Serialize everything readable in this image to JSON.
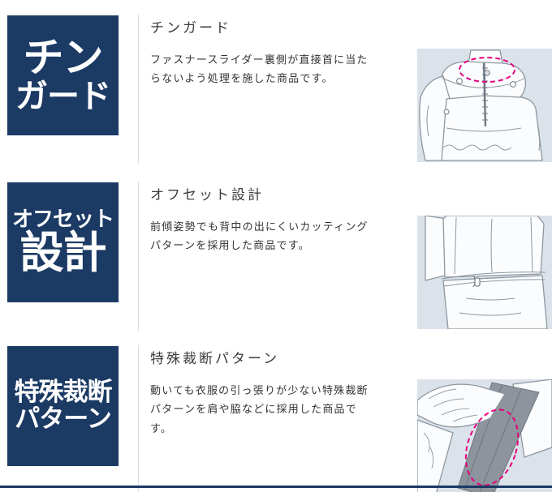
{
  "page": {
    "accent_color": "#1b3a64",
    "divider_color": "#d9dde1",
    "illustration_bg": "#dbe2ea",
    "highlight_color": "#e5007f",
    "text_color": "#333333"
  },
  "sections": [
    {
      "id": "chin-guard",
      "badge": [
        "チン",
        "ガード"
      ],
      "title": "チンガード",
      "desc": [
        "ファスナースライダー裏側が直接首に当た",
        "らないよう処理を施した商品です。"
      ],
      "illustration": "collar-zipper-illustration"
    },
    {
      "id": "offset-design",
      "badge": [
        "オフセット",
        "設計"
      ],
      "title": "オフセット設計",
      "desc": [
        "前傾姿勢でも背中の出にくいカッティング",
        "パターンを採用した商品です。"
      ],
      "illustration": "jacket-back-illustration"
    },
    {
      "id": "special-cut-pattern",
      "badge": [
        "特殊裁断",
        "パターン"
      ],
      "title": "特殊裁断パターン",
      "desc": [
        "動いても衣服の引っ張りが少ない特殊裁断",
        "パターンを肩や脇などに採用した商品で",
        "す。"
      ],
      "illustration": "shoulder-cut-illustration"
    }
  ]
}
